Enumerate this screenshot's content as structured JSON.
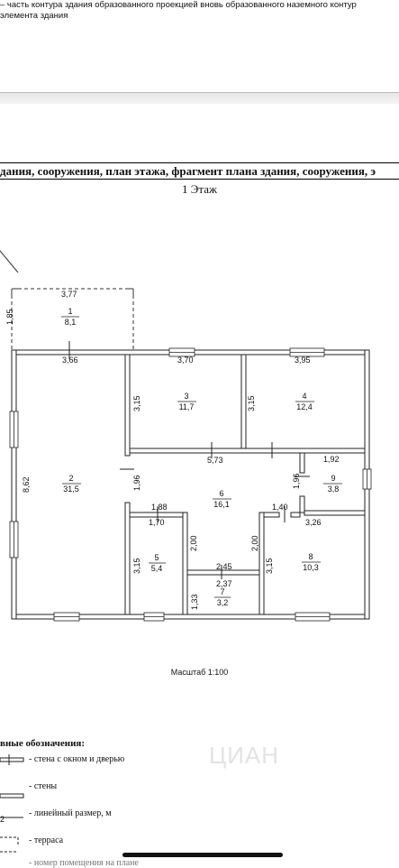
{
  "top_note": {
    "line1": "– часть контура здания образованного проекцией вновь образованного наземного контур",
    "line2": "элемента здания"
  },
  "sheet": {
    "title": "дания, сооружения, план этажа, фрагмент плана здания, сооружения, э",
    "floor": "1 Этаж"
  },
  "plan": {
    "dims": [
      "3,77",
      "1,85",
      "3,66",
      "3,70",
      "3,95",
      "3,15",
      "3,15",
      "8,62",
      "5,73",
      "1,92",
      "1,96",
      "1,96",
      "1,88",
      "1,70",
      "1,40",
      "3,26",
      "2,00",
      "2,00",
      "3,15",
      "3,15",
      "2,45",
      "2,37",
      "1,33"
    ],
    "rooms": [
      {
        "num": "1",
        "area": "8,1"
      },
      {
        "num": "2",
        "area": "31,5"
      },
      {
        "num": "3",
        "area": "11,7"
      },
      {
        "num": "4",
        "area": "12,4"
      },
      {
        "num": "5",
        "area": "5,4"
      },
      {
        "num": "6",
        "area": "16,1"
      },
      {
        "num": "7",
        "area": "3,2"
      },
      {
        "num": "8",
        "area": "10,3"
      },
      {
        "num": "9",
        "area": "3,8"
      }
    ]
  },
  "scale": "Масштаб 1:100",
  "legend": {
    "title": "вные обозначения:",
    "items": [
      "- стена с окном и дверью",
      "- стены",
      "- линейный размер, м",
      "- терраса",
      "- номер помещения на плане"
    ],
    "sample_value": "2"
  },
  "watermark": "ЦИАН"
}
